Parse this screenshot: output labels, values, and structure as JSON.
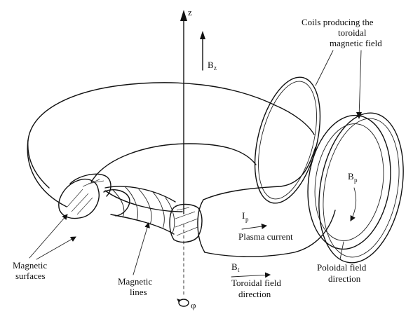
{
  "labels": {
    "axis_z": "z",
    "axis_phi": "φ",
    "b_z_main": "B",
    "b_z_sub": "z",
    "coils_line1": "Coils producing the",
    "coils_line2": "toroidal",
    "coils_line3": "magnetic field",
    "b_p_main": "B",
    "b_p_sub": "p",
    "i_p_main": "I",
    "i_p_sub": "p",
    "plasma_current": "Plasma current",
    "b_t_main": "B",
    "b_t_sub": "t",
    "toroidal_line1": "Toroidal field",
    "toroidal_line2": "direction",
    "poloidal_line1": "Poloidal field",
    "poloidal_line2": "direction",
    "magnetic_surfaces_line1": "Magnetic",
    "magnetic_surfaces_line2": "surfaces",
    "magnetic_lines_line1": "Magnetic",
    "magnetic_lines_line2": "lines"
  }
}
